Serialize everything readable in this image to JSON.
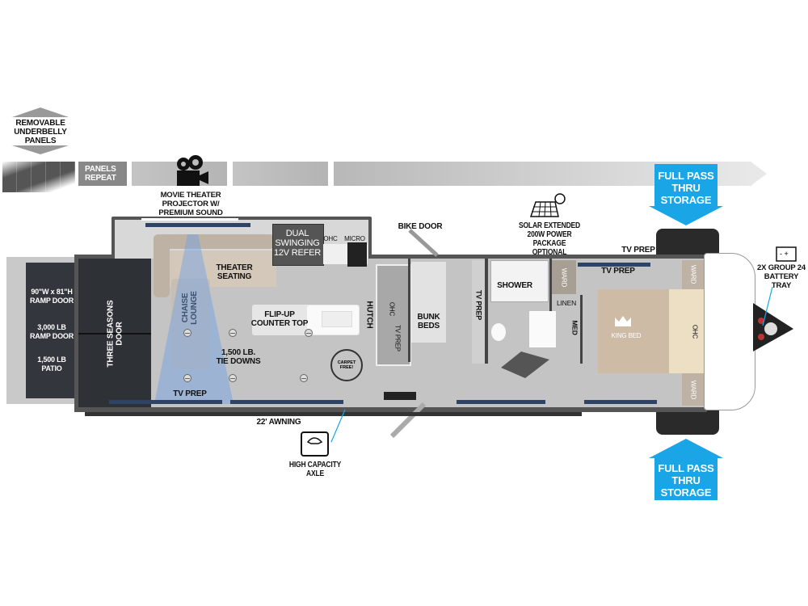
{
  "underbelly": {
    "label": "REMOVABLE\nUNDERBELLY\nPANELS",
    "panels_repeat": "PANELS\nREPEAT"
  },
  "projector": {
    "label": "MOVIE THEATER\nPROJECTOR W/\nPREMIUM SOUND",
    "icon": "movie-camera-icon"
  },
  "storage": {
    "top_label": "FULL PASS\nTHRU\nSTORAGE",
    "bottom_label": "FULL PASS\nTHRU\nSTORAGE",
    "color": "#1aa6e6"
  },
  "ramp": {
    "size": "90\"W x 81\"H\nRAMP DOOR",
    "weight": "3,000 LB\nRAMP DOOR",
    "patio": "1,500 LB\nPATIO"
  },
  "rooms": {
    "three_seasons_door": "THREE SEASONS\nDOOR",
    "chaise_lounge": "CHAISE\nLOUNGE",
    "theater_seating": "THEATER\nSEATING",
    "refer": "DUAL\nSWINGING\n12V REFER",
    "ohc": "OHC",
    "micro": "MICRO",
    "counter": "FLIP-UP\nCOUNTER TOP",
    "hutch": "HUTCH",
    "tie_downs": "1,500 LB.\nTIE DOWNS",
    "carpet_free": "CARPET FREE!",
    "tv_prep_living": "TV PREP",
    "bike_door": "BIKE DOOR",
    "ohc_bunk": "OHC",
    "tv_prep_bunk": "TV PREP",
    "bunk_beds": "BUNK\nBEDS",
    "tv_prep_wall": "TV PREP",
    "shower": "SHOWER",
    "ward": "WARD",
    "linen": "LINEN",
    "med": "MED",
    "tv_prep_bed": "TV PREP",
    "tv_prep_outside": "TV PREP",
    "king_bed": "KING BED",
    "ward_top": "WARD",
    "ward_bottom": "WARD",
    "ohc_bed": "OHC"
  },
  "solar": {
    "label": "SOLAR EXTENDED\n200W POWER PACKAGE\nOPTIONAL",
    "icon": "solar-panel-icon"
  },
  "battery": {
    "label": "2X GROUP 24\nBATTERY\nTRAY",
    "icon": "battery-icon"
  },
  "awning": {
    "label": "22' AWNING"
  },
  "axle": {
    "label": "HIGH CAPACITY\nAXLE",
    "icon": "scale-icon"
  }
}
